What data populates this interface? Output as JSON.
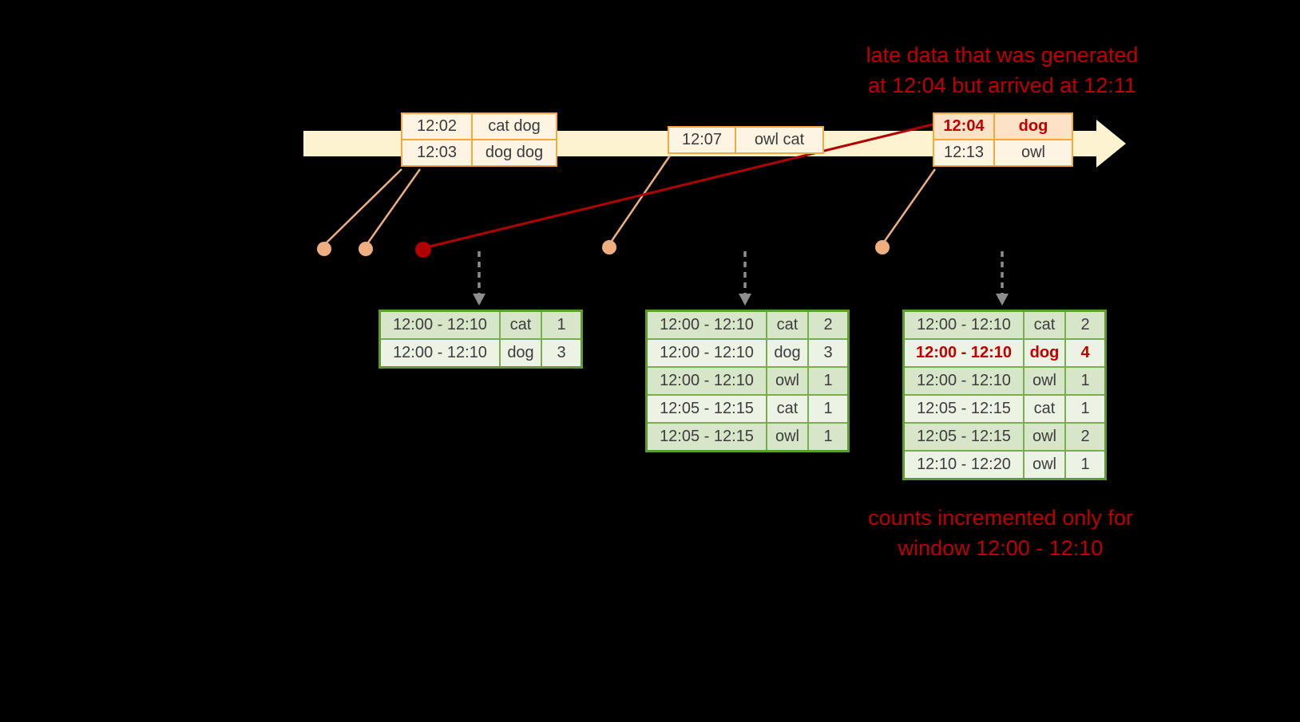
{
  "captions": {
    "late_line1": "late data that was generated",
    "late_line2": "at 12:04 but arrived at 12:11",
    "counts_line1": "counts incremented only for",
    "counts_line2": "window 12:00 - 12:10"
  },
  "colors": {
    "background": "#000000",
    "annotation_red": "#c00000",
    "timeline_fill": "#fdf3d0",
    "event_border": "#f2a843",
    "event_fill": "#fdf4e4",
    "event_fill_late": "#fce2c6",
    "connector_peach": "#efae7d",
    "late_line_red": "#b00000",
    "table_border_green": "#5f9a35",
    "table_row_dark": "#d7e6c8",
    "table_row_light": "#ecf3e4",
    "trigger_arrow_gray": "#8e8e8e"
  },
  "events": {
    "group1": [
      {
        "time": "12:02",
        "words": "cat dog"
      },
      {
        "time": "12:03",
        "words": "dog dog"
      }
    ],
    "group2": [
      {
        "time": "12:07",
        "words": "owl cat"
      }
    ],
    "group3": [
      {
        "time": "12:04",
        "words": "dog",
        "late": true
      },
      {
        "time": "12:13",
        "words": "owl"
      }
    ]
  },
  "tables": {
    "t1": {
      "rows": [
        {
          "window": "12:00 - 12:10",
          "word": "cat",
          "count": "1"
        },
        {
          "window": "12:00 - 12:10",
          "word": "dog",
          "count": "3"
        }
      ]
    },
    "t2": {
      "rows": [
        {
          "window": "12:00 - 12:10",
          "word": "cat",
          "count": "2"
        },
        {
          "window": "12:00 - 12:10",
          "word": "dog",
          "count": "3"
        },
        {
          "window": "12:00 - 12:10",
          "word": "owl",
          "count": "1"
        },
        {
          "window": "12:05 - 12:15",
          "word": "cat",
          "count": "1"
        },
        {
          "window": "12:05 - 12:15",
          "word": "owl",
          "count": "1"
        }
      ]
    },
    "t3": {
      "rows": [
        {
          "window": "12:00 - 12:10",
          "word": "cat",
          "count": "2"
        },
        {
          "window": "12:00 - 12:10",
          "word": "dog",
          "count": "4",
          "highlight": true
        },
        {
          "window": "12:00 - 12:10",
          "word": "owl",
          "count": "1"
        },
        {
          "window": "12:05 - 12:15",
          "word": "cat",
          "count": "1"
        },
        {
          "window": "12:05 - 12:15",
          "word": "owl",
          "count": "2"
        },
        {
          "window": "12:10 - 12:20",
          "word": "owl",
          "count": "1"
        }
      ]
    }
  }
}
